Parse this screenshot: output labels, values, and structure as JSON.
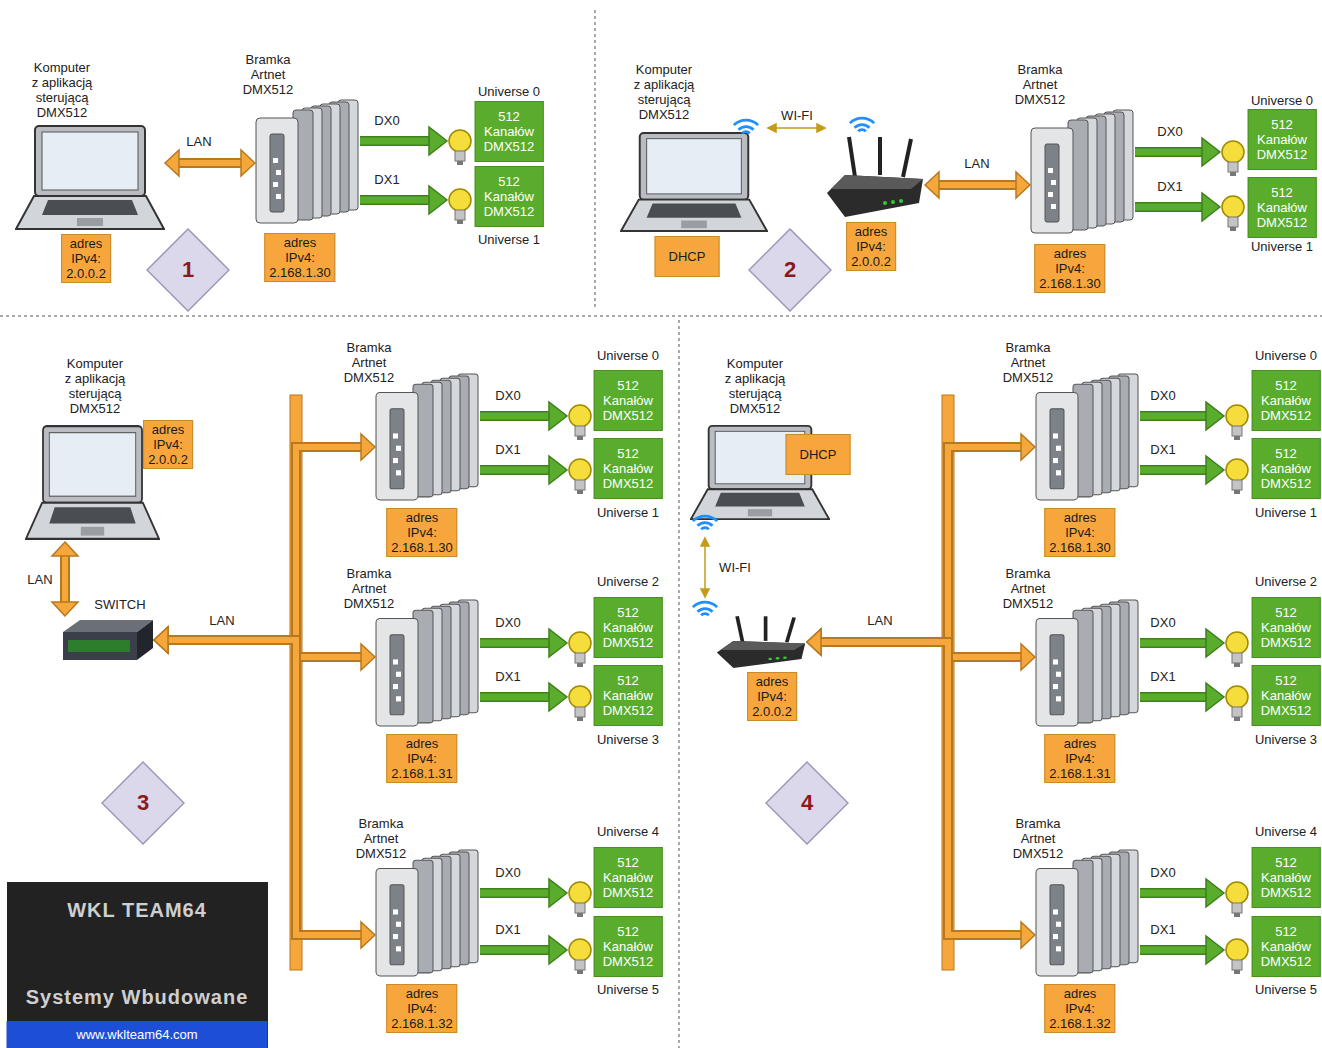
{
  "diagram": {
    "nodes": [
      {
        "text": [
          "Komputer z aplikacją sterującą DMX512",
          "adres IPv4: 2.0.0.2"
        ]
      },
      {
        "text": [
          "Bramka Artnet DMX512",
          "adres IPv4: 2.168.1.30"
        ]
      },
      {
        "text": [
          "Universe 0",
          "512 Kanałów DMX512"
        ]
      },
      {
        "text": [
          "512 Kanałów DMX512",
          "Universe 1"
        ]
      },
      {
        "text": [
          "1"
        ]
      },
      {
        "text": [
          "Komputer z aplikacją sterującą DMX512",
          "DHCP"
        ]
      },
      {
        "text": [
          "adres IPv4: 2.0.0.2"
        ]
      },
      {
        "text": [
          "Bramka Artnet DMX512",
          "adres IPv4: 2.168.1.30"
        ]
      },
      {
        "text": [
          "Universe 0",
          "512 Kanałów DMX512"
        ]
      },
      {
        "text": [
          "512 Kanałów DMX512",
          "Universe 1"
        ]
      },
      {
        "text": [
          "2"
        ]
      },
      {
        "text": [
          "Komputer z aplikacją sterującą DMX512",
          "adres IPv4: 2.0.0.2"
        ]
      },
      {
        "text": [
          "SWITCH"
        ]
      },
      {
        "text": [
          "Bramka Artnet DMX512",
          "adres IPv4: 2.168.1.30"
        ]
      },
      {
        "text": [
          "Universe 0",
          "512 Kanałów DMX512"
        ]
      },
      {
        "text": [
          "512 Kanałów DMX512",
          "Universe 1"
        ]
      },
      {
        "text": [
          "Bramka Artnet DMX512",
          "adres IPv4: 2.168.1.31"
        ]
      },
      {
        "text": [
          "Universe 2",
          "512 Kanałów DMX512"
        ]
      },
      {
        "text": [
          "512 Kanałów DMX512",
          "Universe 3"
        ]
      },
      {
        "text": [
          "Bramka Artnet DMX512",
          "adres IPv4: 2.168.1.32"
        ]
      },
      {
        "text": [
          "Universe 4",
          "512 Kanałów DMX512"
        ]
      },
      {
        "text": [
          "512 Kanałów DMX512",
          "Universe 5"
        ]
      },
      {
        "text": [
          "3"
        ]
      },
      {
        "text": [
          "WKL TEAM64",
          "Systemy Wbudowane",
          "www.wklteam64.com"
        ]
      },
      {
        "text": [
          "Komputer z aplikacją sterującą DMX512",
          "DHCP"
        ]
      },
      {
        "text": [
          "adres IPv4: 2.0.0.2"
        ]
      },
      {
        "text": [
          "Bramka Artnet DMX512",
          "adres IPv4: 2.168.1.30"
        ]
      },
      {
        "text": [
          "Universe 0",
          "512 Kanałów DMX512"
        ]
      },
      {
        "text": [
          "512 Kanałów DMX512",
          "Universe 1"
        ]
      },
      {
        "text": [
          "Bramka Artnet DMX512",
          "adres IPv4: 2.168.1.31"
        ]
      },
      {
        "text": [
          "Universe 2",
          "512 Kanałów DMX512"
        ]
      },
      {
        "text": [
          "512 Kanałów DMX512",
          "Universe 3"
        ]
      },
      {
        "text": [
          "Bramka Artnet DMX512",
          "adres IPv4: 2.168.1.32"
        ]
      },
      {
        "text": [
          "Universe 4",
          "512 Kanałów DMX512"
        ]
      },
      {
        "text": [
          "512 Kanałów DMX512",
          "Universe 5"
        ]
      },
      {
        "text": [
          "4"
        ]
      }
    ],
    "edges": [
      {
        "from": 0,
        "to": 1,
        "label": "LAN",
        "arrow": "both"
      },
      {
        "from": 1,
        "to": 2,
        "label": "DX0",
        "arrow": "to"
      },
      {
        "from": 1,
        "to": 3,
        "label": "DX1",
        "arrow": "to"
      },
      {
        "from": 5,
        "to": 6,
        "label": "WI-FI",
        "arrow": "both"
      },
      {
        "from": 6,
        "to": 7,
        "label": "LAN",
        "arrow": "both"
      },
      {
        "from": 7,
        "to": 8,
        "label": "DX0",
        "arrow": "to"
      },
      {
        "from": 7,
        "to": 9,
        "label": "DX1",
        "arrow": "to"
      },
      {
        "from": 11,
        "to": 12,
        "label": "LAN",
        "arrow": "both"
      },
      {
        "from": 12,
        "to": 13,
        "label": "LAN",
        "arrow": "both"
      },
      {
        "from": 12,
        "to": 16,
        "arrow": "both"
      },
      {
        "from": 12,
        "to": 19,
        "arrow": "both"
      },
      {
        "from": 13,
        "to": 14,
        "label": "DX0",
        "arrow": "to"
      },
      {
        "from": 13,
        "to": 15,
        "label": "DX1",
        "arrow": "to"
      },
      {
        "from": 16,
        "to": 17,
        "label": "DX0",
        "arrow": "to"
      },
      {
        "from": 16,
        "to": 18,
        "label": "DX1",
        "arrow": "to"
      },
      {
        "from": 19,
        "to": 20,
        "label": "DX0",
        "arrow": "to"
      },
      {
        "from": 19,
        "to": 21,
        "label": "DX1",
        "arrow": "to"
      },
      {
        "from": 24,
        "to": 25,
        "label": "WI-FI",
        "arrow": "both"
      },
      {
        "from": 25,
        "to": 26,
        "label": "LAN",
        "arrow": "both"
      },
      {
        "from": 25,
        "to": 29,
        "arrow": "both"
      },
      {
        "from": 25,
        "to": 32,
        "arrow": "both"
      },
      {
        "from": 26,
        "to": 27,
        "label": "DX0",
        "arrow": "to"
      },
      {
        "from": 26,
        "to": 28,
        "label": "DX1",
        "arrow": "to"
      },
      {
        "from": 29,
        "to": 30,
        "label": "DX0",
        "arrow": "to"
      },
      {
        "from": 29,
        "to": 31,
        "label": "DX1",
        "arrow": "to"
      },
      {
        "from": 32,
        "to": 33,
        "label": "DX0",
        "arrow": "to"
      },
      {
        "from": 32,
        "to": 34,
        "label": "DX1",
        "arrow": "to"
      }
    ]
  }
}
